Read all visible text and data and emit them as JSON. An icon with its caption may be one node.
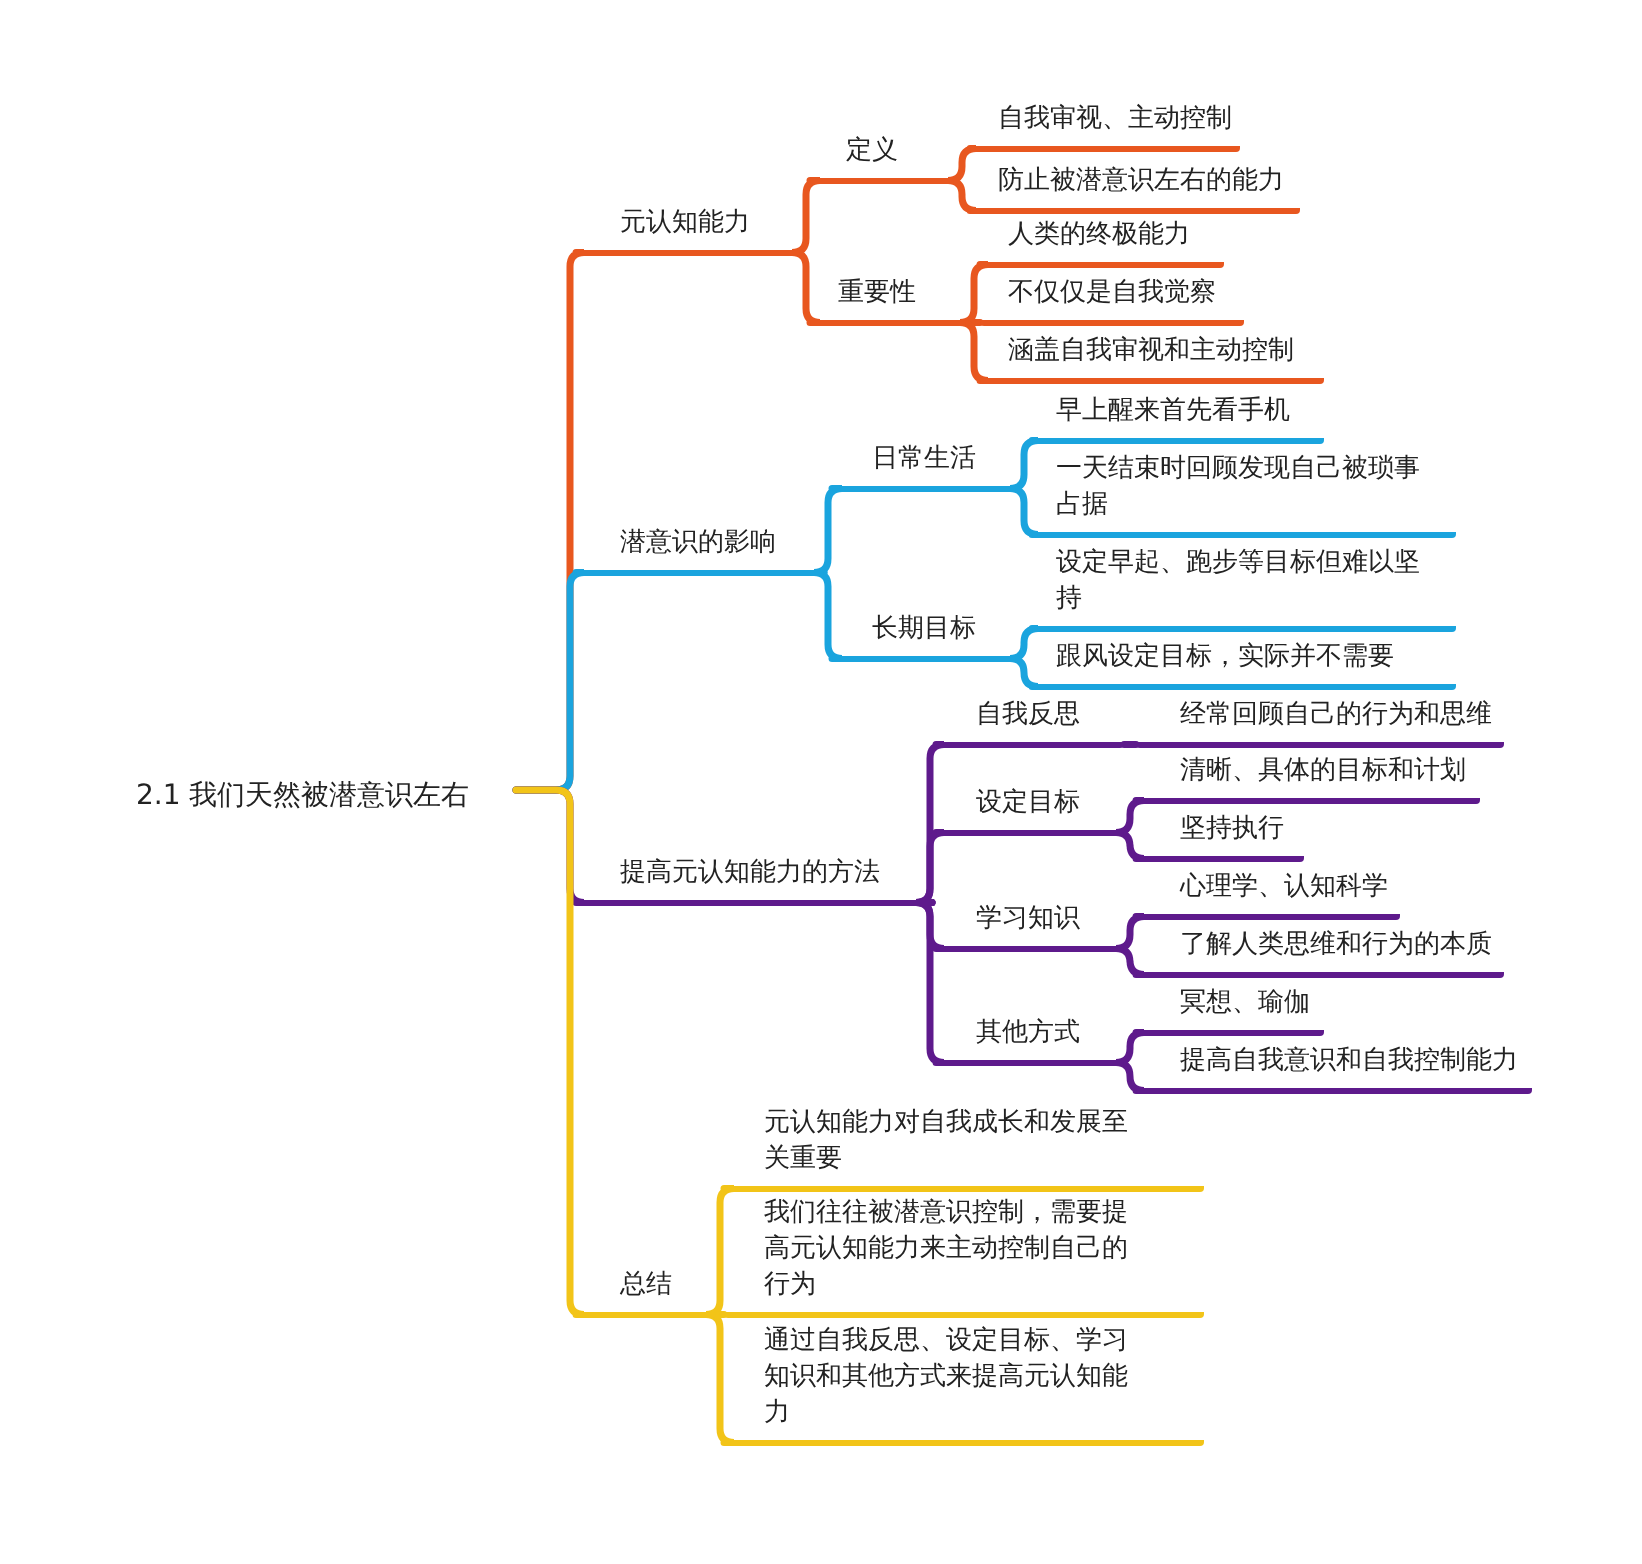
{
  "diagram": {
    "nodes": [
      {
        "text": [
          "2.1 我们天然被潜意识左右"
        ]
      },
      {
        "text": [
          "元认知能力"
        ]
      },
      {
        "text": [
          "定义"
        ]
      },
      {
        "text": [
          "自我审视、主动控制"
        ]
      },
      {
        "text": [
          "防止被潜意识左右的能力"
        ]
      },
      {
        "text": [
          "重要性"
        ]
      },
      {
        "text": [
          "人类的终极能力"
        ]
      },
      {
        "text": [
          "不仅仅是自我觉察"
        ]
      },
      {
        "text": [
          "涵盖自我审视和主动控制"
        ]
      },
      {
        "text": [
          "潜意识的影响"
        ]
      },
      {
        "text": [
          "日常生活"
        ]
      },
      {
        "text": [
          "早上醒来首先看手机"
        ]
      },
      {
        "text": [
          "一天结束时回顾发现自己被琐事占据"
        ]
      },
      {
        "text": [
          "长期目标"
        ]
      },
      {
        "text": [
          "设定早起、跑步等目标但难以坚持"
        ]
      },
      {
        "text": [
          "跟风设定目标，实际并不需要"
        ]
      },
      {
        "text": [
          "提高元认知能力的方法"
        ]
      },
      {
        "text": [
          "自我反思"
        ]
      },
      {
        "text": [
          "经常回顾自己的行为和思维"
        ]
      },
      {
        "text": [
          "设定目标"
        ]
      },
      {
        "text": [
          "清晰、具体的目标和计划"
        ]
      },
      {
        "text": [
          "坚持执行"
        ]
      },
      {
        "text": [
          "学习知识"
        ]
      },
      {
        "text": [
          "心理学、认知科学"
        ]
      },
      {
        "text": [
          "了解人类思维和行为的本质"
        ]
      },
      {
        "text": [
          "其他方式"
        ]
      },
      {
        "text": [
          "冥想、瑜伽"
        ]
      },
      {
        "text": [
          "提高自我意识和自我控制能力"
        ]
      },
      {
        "text": [
          "总结"
        ]
      },
      {
        "text": [
          "元认知能力对自我成长和发展至关重要"
        ]
      },
      {
        "text": [
          "我们往往被潜意识控制，需要提高元认知能力来主动控制自己的行为"
        ]
      },
      {
        "text": [
          "通过自我反思、设定目标、学习知识和其他方式来提高元认知能力"
        ]
      }
    ],
    "edges": [
      {
        "from": 0,
        "to": 1,
        "arrow": "none",
        "color": "#e8571f"
      },
      {
        "from": 1,
        "to": 2,
        "arrow": "none",
        "color": "#e8571f"
      },
      {
        "from": 2,
        "to": 3,
        "arrow": "none",
        "color": "#e8571f"
      },
      {
        "from": 2,
        "to": 4,
        "arrow": "none",
        "color": "#e8571f"
      },
      {
        "from": 1,
        "to": 5,
        "arrow": "none",
        "color": "#e8571f"
      },
      {
        "from": 5,
        "to": 6,
        "arrow": "none",
        "color": "#e8571f"
      },
      {
        "from": 5,
        "to": 7,
        "arrow": "none",
        "color": "#e8571f"
      },
      {
        "from": 5,
        "to": 8,
        "arrow": "none",
        "color": "#e8571f"
      },
      {
        "from": 0,
        "to": 9,
        "arrow": "none",
        "color": "#1aa4de"
      },
      {
        "from": 9,
        "to": 10,
        "arrow": "none",
        "color": "#1aa4de"
      },
      {
        "from": 10,
        "to": 11,
        "arrow": "none",
        "color": "#1aa4de"
      },
      {
        "from": 10,
        "to": 12,
        "arrow": "none",
        "color": "#1aa4de"
      },
      {
        "from": 9,
        "to": 13,
        "arrow": "none",
        "color": "#1aa4de"
      },
      {
        "from": 13,
        "to": 14,
        "arrow": "none",
        "color": "#1aa4de"
      },
      {
        "from": 13,
        "to": 15,
        "arrow": "none",
        "color": "#1aa4de"
      },
      {
        "from": 0,
        "to": 16,
        "arrow": "none"
      },
      {
        "from": 16,
        "to": 17,
        "arrow": "none"
      },
      {
        "from": 17,
        "to": 18,
        "arrow": "none"
      },
      {
        "from": 16,
        "to": 19,
        "arrow": "none"
      },
      {
        "from": 19,
        "to": 20,
        "arrow": "none"
      },
      {
        "from": 19,
        "to": 21,
        "arrow": "none"
      },
      {
        "from": 16,
        "to": 22,
        "arrow": "none"
      },
      {
        "from": 22,
        "to": 23,
        "arrow": "none"
      },
      {
        "from": 22,
        "to": 24,
        "arrow": "none"
      },
      {
        "from": 16,
        "to": 25,
        "arrow": "none"
      },
      {
        "from": 25,
        "to": 26,
        "arrow": "none"
      },
      {
        "from": 25,
        "to": 27,
        "arrow": "none"
      },
      {
        "from": 0,
        "to": 28,
        "arrow": "none",
        "color": "#f2c418"
      },
      {
        "from": 28,
        "to": 29,
        "arrow": "none",
        "color": "#f2c418"
      },
      {
        "from": 28,
        "to": 30,
        "arrow": "none",
        "color": "#f2c418"
      },
      {
        "from": 28,
        "to": 31,
        "arrow": "none",
        "color": "#f2c418"
      }
    ]
  }
}
